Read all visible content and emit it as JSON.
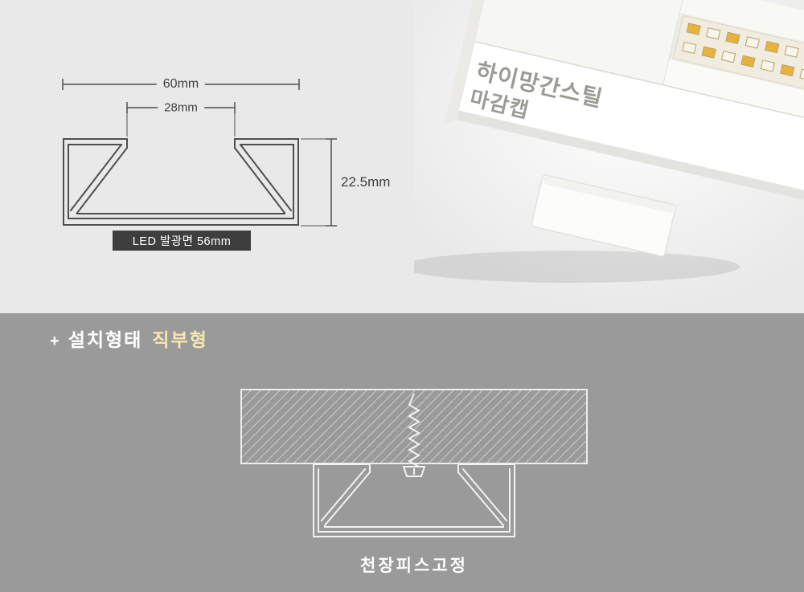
{
  "colors": {
    "top_bg": "#e9e9e9",
    "bottom_bg": "#9a9a9a",
    "drawing_line": "#4f4f4f",
    "install_line": "#f2f2f2",
    "badge_bg": "#3e3e3e",
    "badge_text": "#ffffff",
    "accent_type_text": "#f6e7ad",
    "led_chip_yellow": "#e8b33c",
    "led_chip_white": "#f8f5ea"
  },
  "spec": {
    "dim_top_width": "60mm",
    "dim_inner_width": "28mm",
    "dim_height": "22.5mm",
    "led_face_label": "LED 발광면 56mm"
  },
  "photo": {
    "marking_line1": "하이망간스틸",
    "marking_line2": "마감캡"
  },
  "install": {
    "plus": "+",
    "title": "설치형태",
    "type": "직부형",
    "caption": "천장피스고정"
  }
}
